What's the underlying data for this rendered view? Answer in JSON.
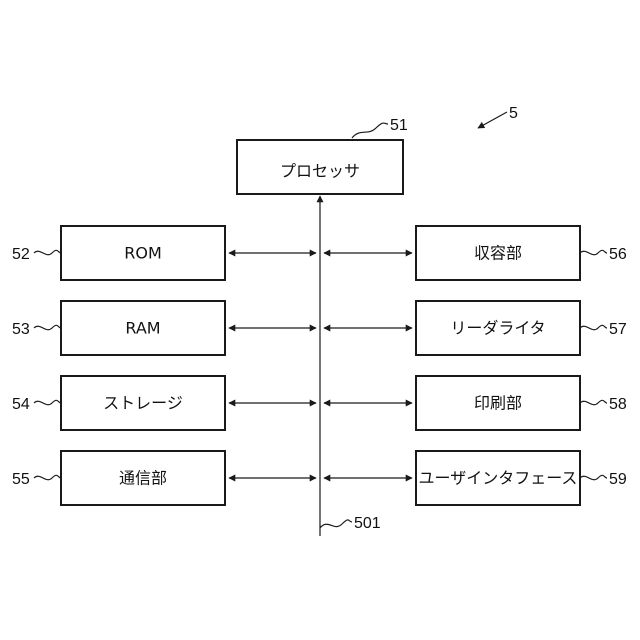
{
  "figure_number": "5",
  "processor": {
    "label": "プロセッサ",
    "ref": "51"
  },
  "bus_ref": "501",
  "left_blocks": [
    {
      "label": "ROM",
      "ref": "52"
    },
    {
      "label": "RAM",
      "ref": "53"
    },
    {
      "label": "ストレージ",
      "ref": "54"
    },
    {
      "label": "通信部",
      "ref": "55"
    }
  ],
  "right_blocks": [
    {
      "label": "収容部",
      "ref": "56"
    },
    {
      "label": "リーダライタ",
      "ref": "57"
    },
    {
      "label": "印刷部",
      "ref": "58"
    },
    {
      "label": "ユーザインタフェース",
      "ref": "59"
    }
  ]
}
